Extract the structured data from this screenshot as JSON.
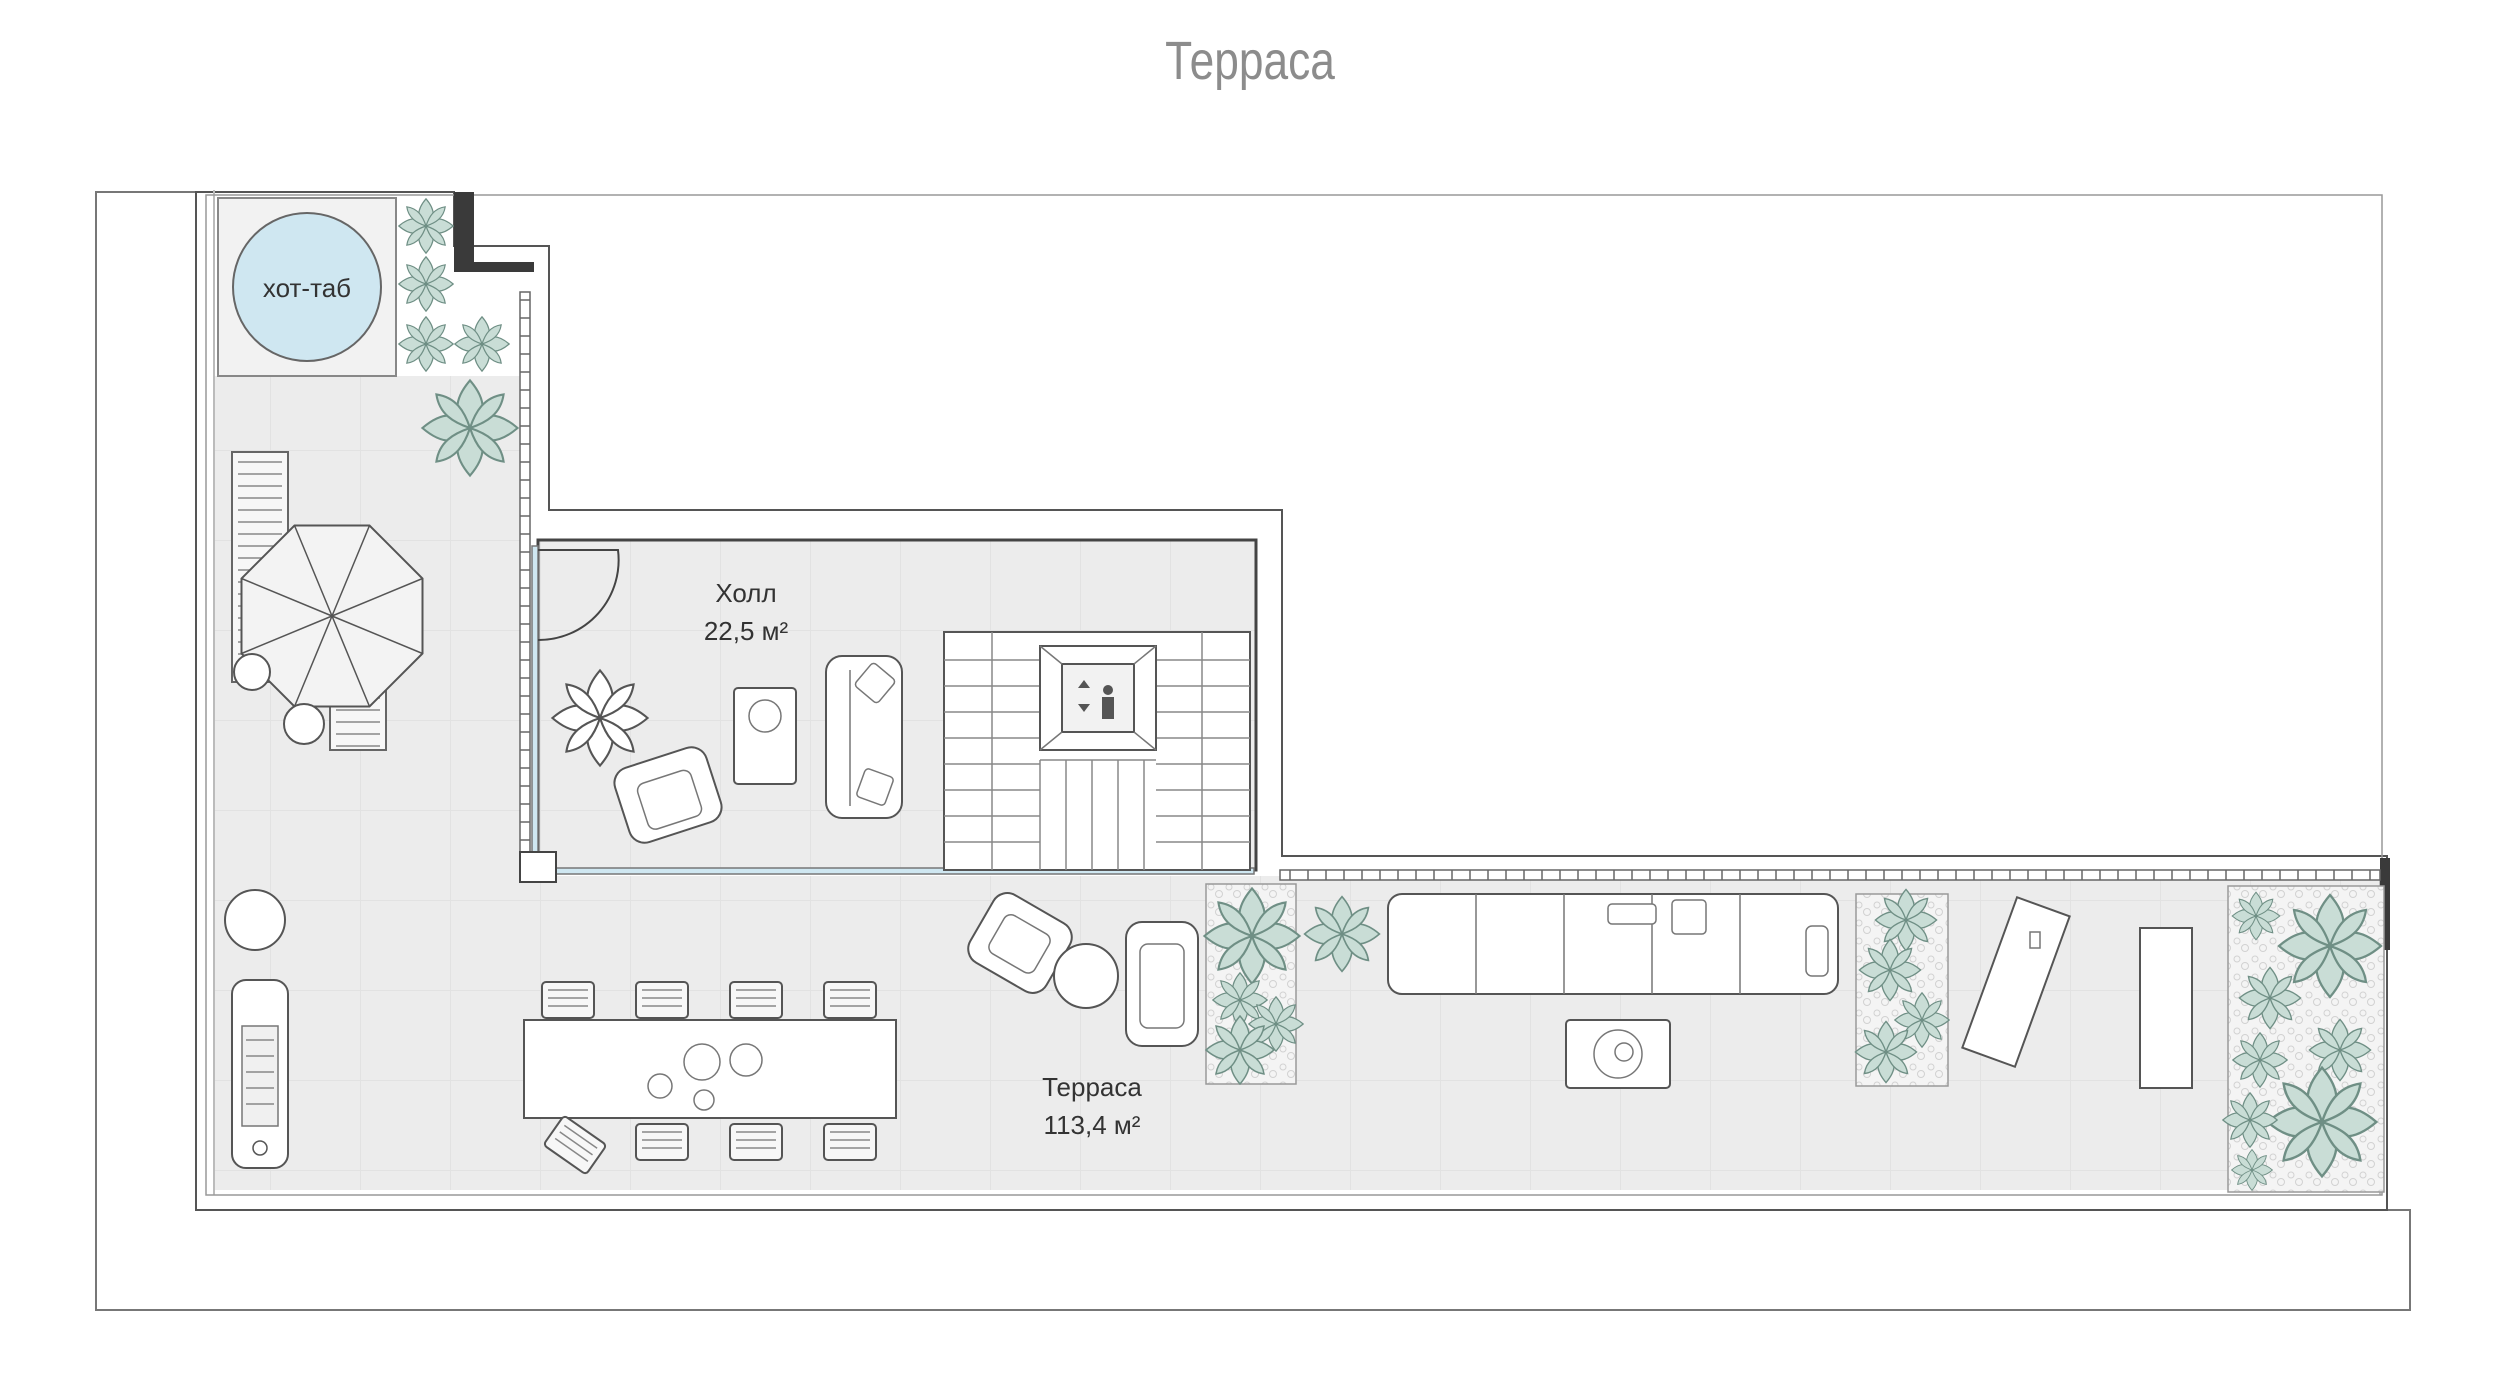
{
  "page_title": "Терраса",
  "rooms": [
    {
      "name": "Холл",
      "area": "22,5 м²"
    },
    {
      "name": "Терраса",
      "area": "113,4 м²"
    }
  ],
  "fixtures": {
    "hot_tub": "хот-таб"
  },
  "colors": {
    "floor": "#ececec",
    "wall": "#3a3a3a",
    "water": "#cfe7f1",
    "plant": "#c9ddd6",
    "plant_stroke": "#6f8f85",
    "line": "#555555"
  }
}
